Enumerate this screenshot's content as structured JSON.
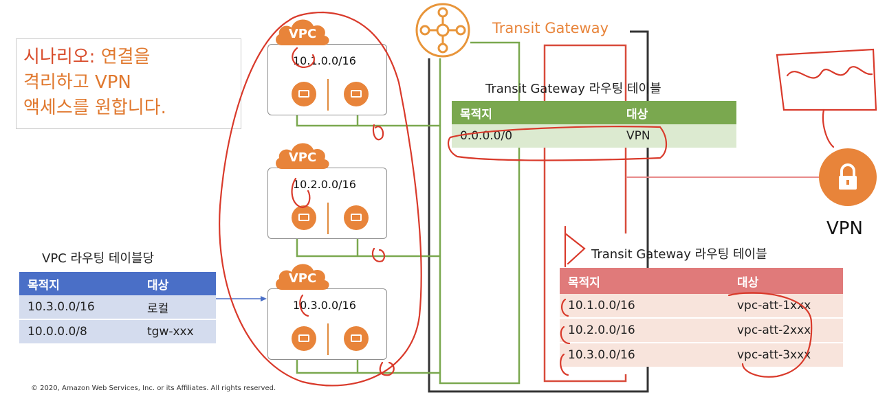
{
  "scenario": {
    "line1_lead": "시나리오:",
    "line1_rest": " 연결을",
    "line2": "격리하고 VPN",
    "line3": "액세스를 원합니다."
  },
  "vpcs": [
    {
      "label": "VPC",
      "cidr": "10.1.0.0/16"
    },
    {
      "label": "VPC",
      "cidr": "10.2.0.0/16"
    },
    {
      "label": "VPC",
      "cidr": "10.3.0.0/16"
    }
  ],
  "transit_gateway": {
    "label": "Transit Gateway"
  },
  "tgw_table_vpn": {
    "title": "Transit Gateway 라우팅 테이블",
    "headers": [
      "목적지",
      "대상"
    ],
    "rows": [
      [
        "0.0.0.0/0",
        "VPN"
      ]
    ]
  },
  "tgw_table_vpc": {
    "title": "Transit Gateway 라우팅 테이블",
    "headers": [
      "목적지",
      "대상"
    ],
    "rows": [
      [
        "10.1.0.0/16",
        "vpc-att-1xxx"
      ],
      [
        "10.2.0.0/16",
        "vpc-att-2xxx"
      ],
      [
        "10.3.0.0/16",
        "vpc-att-3xxx"
      ]
    ]
  },
  "vpc_table": {
    "title": "VPC 라우팅 테이블당",
    "headers": [
      "목적지",
      "대상"
    ],
    "rows": [
      [
        "10.3.0.0/16",
        "로컬"
      ],
      [
        "10.0.0.0/8",
        "tgw-xxx"
      ]
    ]
  },
  "vpn": {
    "label": "VPN"
  },
  "copyright": "© 2020, Amazon Web Services, Inc. or its Affiliates. All rights reserved.",
  "colors": {
    "orange": "#e8843a",
    "green_header": "#7aa84f",
    "green_row": "#dcead0",
    "blue_header": "#4a6fc7",
    "blue_row": "#d4dcee",
    "red_header": "#e07a7a",
    "red_row": "#f8e4dc",
    "annotation_red": "#d93a2b"
  }
}
